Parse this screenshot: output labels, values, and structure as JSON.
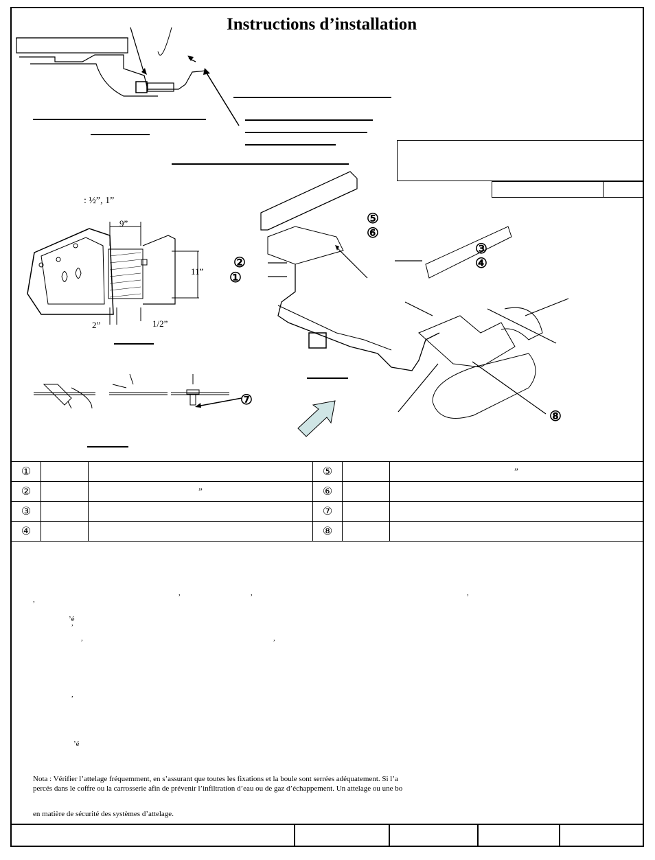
{
  "title": "Instructions d’installation",
  "drill_sizes": ": ½”, 1”",
  "dimensions": {
    "d9": "9”",
    "d11": "11”",
    "d2": "2”",
    "dhalf": "1/2”"
  },
  "callouts": [
    "①",
    "②",
    "③",
    "④",
    "⑤",
    "⑥",
    "⑦",
    "⑧"
  ],
  "parts_table": {
    "left": [
      {
        "num": "①",
        "qty": "",
        "desc": ""
      },
      {
        "num": "②",
        "qty": "",
        "desc": "”"
      },
      {
        "num": "③",
        "qty": "",
        "desc": ""
      },
      {
        "num": "④",
        "qty": "",
        "desc": ""
      }
    ],
    "right": [
      {
        "num": "⑤",
        "qty": "",
        "desc": "”"
      },
      {
        "num": "⑥",
        "qty": "",
        "desc": ""
      },
      {
        "num": "⑦",
        "qty": "",
        "desc": ""
      },
      {
        "num": "⑧",
        "qty": "",
        "desc": ""
      }
    ]
  },
  "body_fragments": {
    "f1": ",",
    "f2": ",",
    "f3": ",",
    "f4": ",",
    "f5": ",",
    "f6": "’é",
    "f7": ",",
    "f8": ",",
    "f9": ",",
    "f10": ",",
    "f11": "’é"
  },
  "note_line1": "Nota : Vérifier l’attelage fréquemment, en s’assurant que toutes les fixations et la boule sont serrées adéquatement.  Si l’a",
  "note_line2": "percés dans le coffre ou la carrosserie afin de prévenir l’infiltration d’eau ou de gaz d’échappement.  Un attelage ou une bo",
  "note_line3": "en matière de sécurité des systèmes d’attelage.",
  "colors": {
    "arrow_fill": "#cfe5e5",
    "ink": "#000000"
  }
}
